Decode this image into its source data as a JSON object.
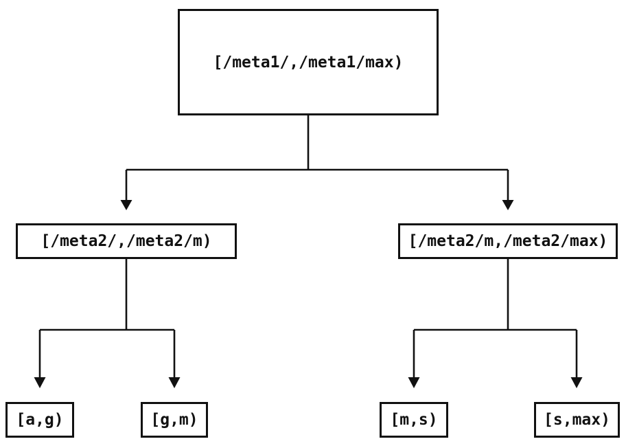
{
  "diagram": {
    "type": "tree",
    "description_of_arrows": "down-arrow",
    "nodes": {
      "root": {
        "label": "[/meta1/,/meta1/max)"
      },
      "left": {
        "label": "[/meta2/,/meta2/m)"
      },
      "right": {
        "label": "[/meta2/m,/meta2/max)"
      },
      "leaf_ag": {
        "label": "[a,g)"
      },
      "leaf_gm": {
        "label": "[g,m)"
      },
      "leaf_ms": {
        "label": "[m,s)"
      },
      "leaf_smax": {
        "label": "[s,max)"
      }
    },
    "edges": [
      {
        "from": "root",
        "to": "left"
      },
      {
        "from": "root",
        "to": "right"
      },
      {
        "from": "left",
        "to": "leaf_ag"
      },
      {
        "from": "left",
        "to": "leaf_gm"
      },
      {
        "from": "right",
        "to": "leaf_ms"
      },
      {
        "from": "right",
        "to": "leaf_smax"
      }
    ],
    "colors": {
      "background": "#ffffff",
      "line": "#111111",
      "box_border": "#111111",
      "text": "#111111"
    }
  }
}
